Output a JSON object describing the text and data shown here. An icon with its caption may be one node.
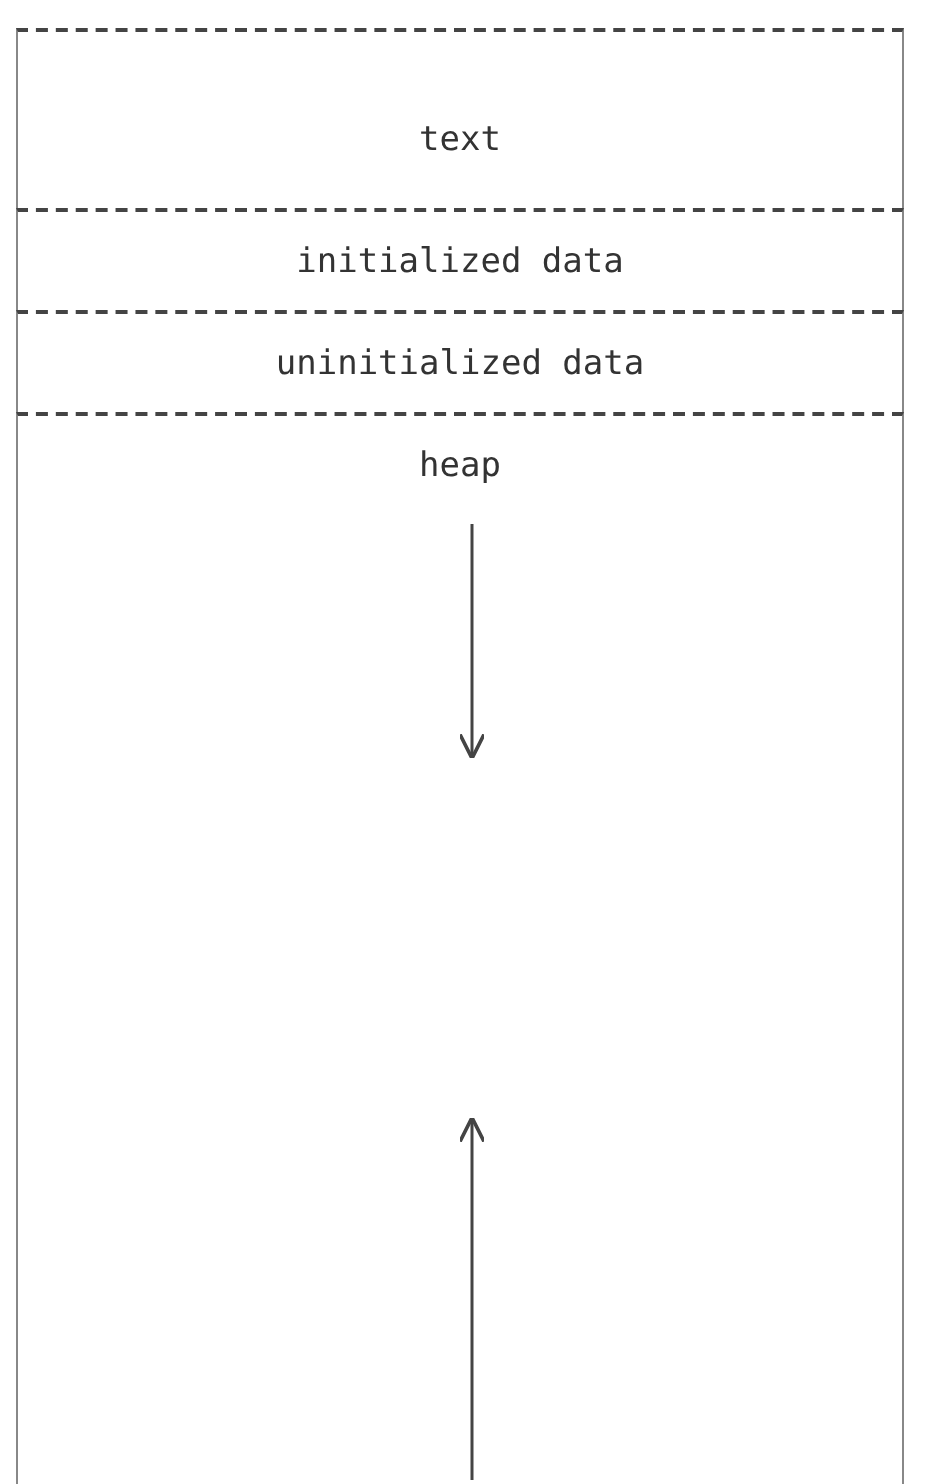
{
  "diagram": {
    "nodes": [
      {
        "text": [
          "text"
        ]
      },
      {
        "text": [
          "initialized data"
        ]
      },
      {
        "text": [
          "uninitialized data"
        ]
      },
      {
        "text": [
          "heap"
        ]
      }
    ]
  }
}
